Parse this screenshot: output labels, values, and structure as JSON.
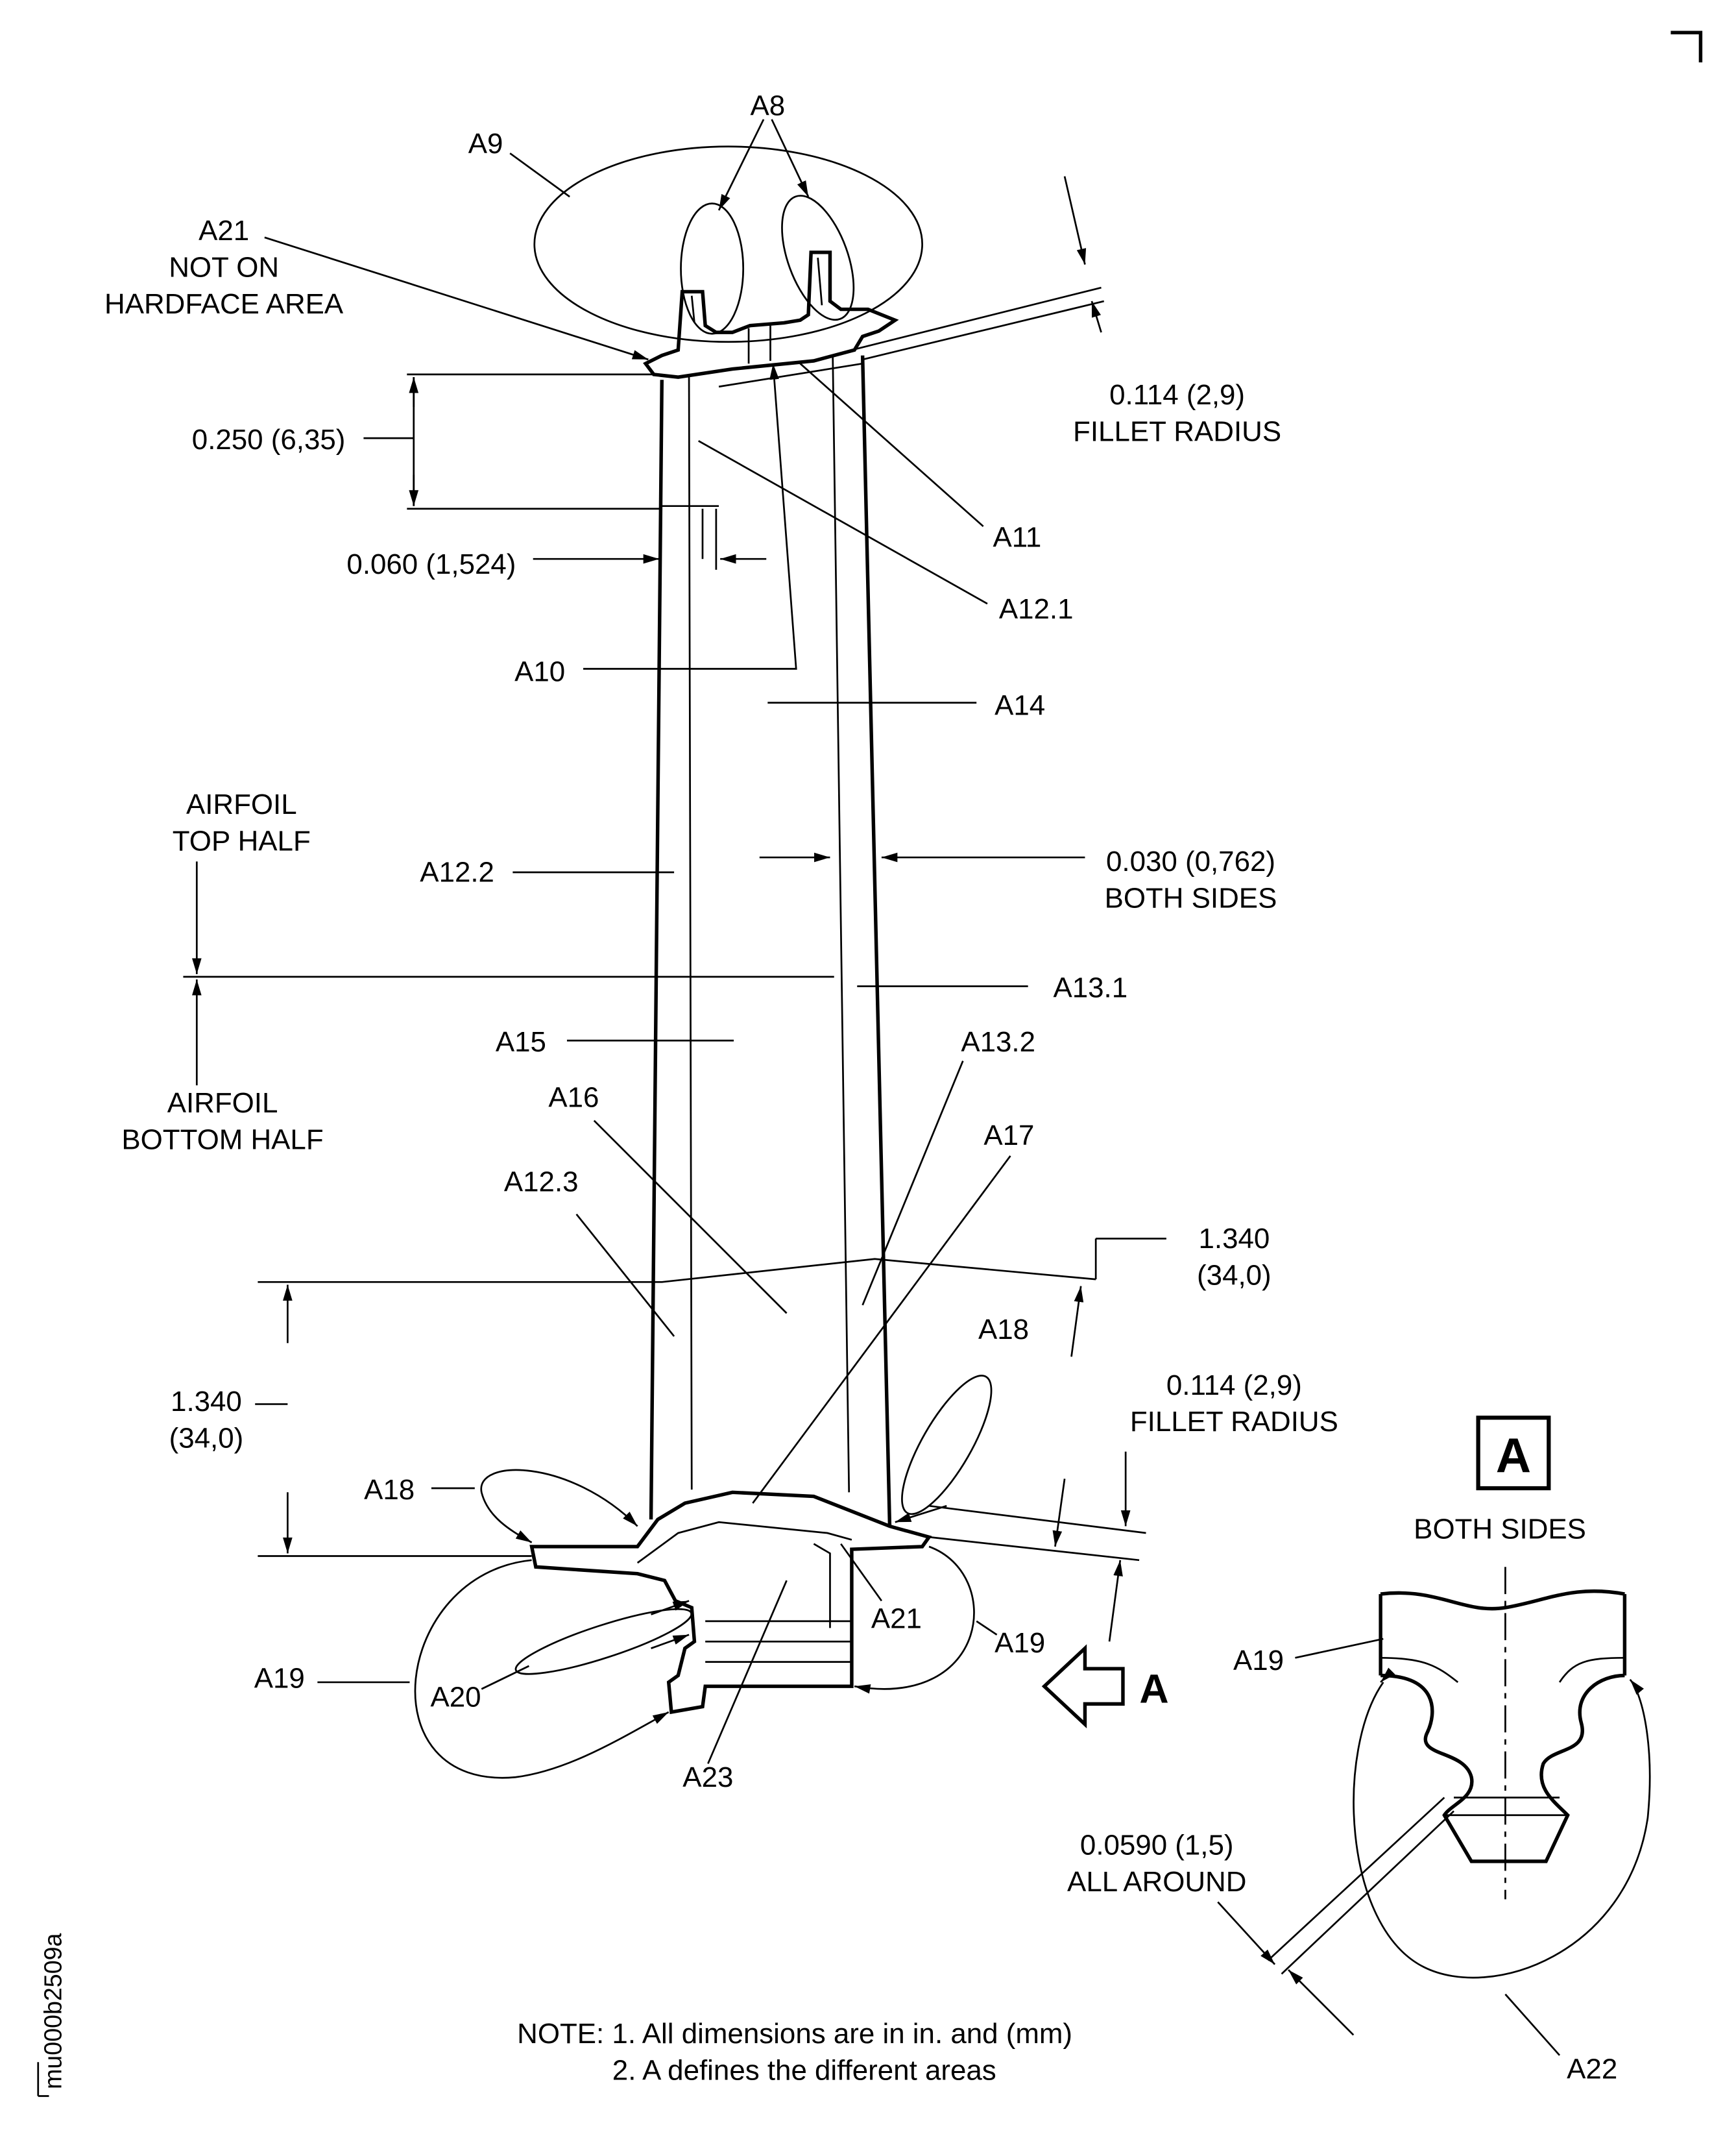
{
  "labels": {
    "a8": "A8",
    "a9": "A9",
    "a21_top_1": "A21",
    "a21_top_2": "NOT ON",
    "a21_top_3": "HARDFACE AREA",
    "dim_0114_top_1": "0.114 (2,9)",
    "dim_0114_top_2": "FILLET RADIUS",
    "dim_0250": "0.250 (6,35)",
    "dim_0060": "0.060 (1,524)",
    "a11": "A11",
    "a12_1": "A12.1",
    "a10": "A10",
    "a14": "A14",
    "airfoil_top_1": "AIRFOIL",
    "airfoil_top_2": "TOP HALF",
    "a12_2": "A12.2",
    "dim_0030_1": "0.030 (0,762)",
    "dim_0030_2": "BOTH SIDES",
    "a13_1": "A13.1",
    "a15": "A15",
    "a13_2": "A13.2",
    "airfoil_bot_1": "AIRFOIL",
    "airfoil_bot_2": "BOTTOM HALF",
    "a16": "A16",
    "a17": "A17",
    "a12_3": "A12.3",
    "dim_1340_r_1": "1.340",
    "dim_1340_r_2": "(34,0)",
    "dim_1340_l_1": "1.340",
    "dim_1340_l_2": "(34,0)",
    "a18_r": "A18",
    "a18_l": "A18",
    "dim_0114_bot_1": "0.114 (2,9)",
    "dim_0114_bot_2": "FILLET RADIUS",
    "view_a_box": "A",
    "both_sides": "BOTH SIDES",
    "a21_bot": "A21",
    "a19_r": "A19",
    "a19_l": "A19",
    "a20": "A20",
    "a23": "A23",
    "view_arrow_label": "A",
    "a19_view": "A19",
    "dim_0590_1": "0.0590 (1,5)",
    "dim_0590_2": "ALL AROUND",
    "a22": "A22",
    "note_1": "NOTE: 1. All dimensions are in in. and (mm)",
    "note_2": "2. A defines the different areas",
    "figure_id": "mu000b2509a"
  }
}
